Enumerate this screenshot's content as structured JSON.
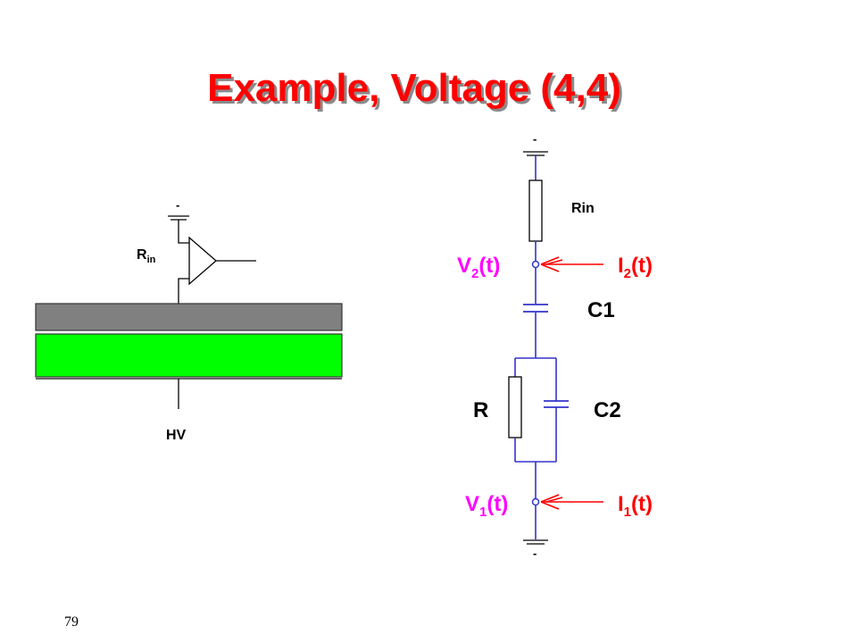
{
  "title": "Example, Voltage (4,4)",
  "page_number": "79",
  "left_diagram": {
    "rin_label_main": "R",
    "rin_label_sub": "in",
    "ground_mark": "-",
    "hv_label": "HV"
  },
  "right_circuit": {
    "ground_mark_top": "-",
    "ground_mark_bottom": "-",
    "rin_label": "Rin",
    "c1_label": "C1",
    "r_label": "R",
    "c2_label": "C2",
    "v2_main": "V",
    "v2_sub": "2",
    "v2_tail": "(t)",
    "i2_main": "I",
    "i2_sub": "2",
    "i2_tail": "(t)",
    "v1_main": "V",
    "v1_sub": "1",
    "v1_tail": "(t)",
    "i1_main": "I",
    "i1_sub": "1",
    "i1_tail": "(t)"
  },
  "colors": {
    "title": "#ff0000",
    "wire": "#3333cc",
    "voltage_label": "#ff00ff",
    "current_arrow": "#ff0000",
    "gray_plate": "#808080",
    "green_plate": "#00ff00"
  }
}
